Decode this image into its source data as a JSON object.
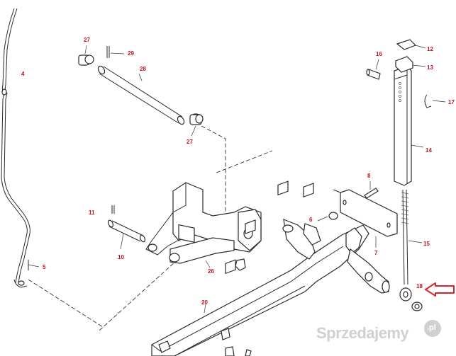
{
  "diagram": {
    "part_labels": {
      "p4": "4",
      "p5": "5",
      "p6": "6",
      "p7": "7",
      "p8": "8",
      "p10": "10",
      "p11": "11",
      "p12": "12",
      "p13": "13",
      "p14": "14",
      "p15": "15",
      "p16": "16",
      "p17": "17",
      "p18": "18",
      "p20": "20",
      "p26": "26",
      "p27a": "27",
      "p27b": "27",
      "p28": "28",
      "p29": "29"
    },
    "arrow_color": "#d9232d",
    "label_color": "#c0141c"
  },
  "watermark": {
    "brand": "Sprzedajemy",
    "suffix": ".pl"
  }
}
